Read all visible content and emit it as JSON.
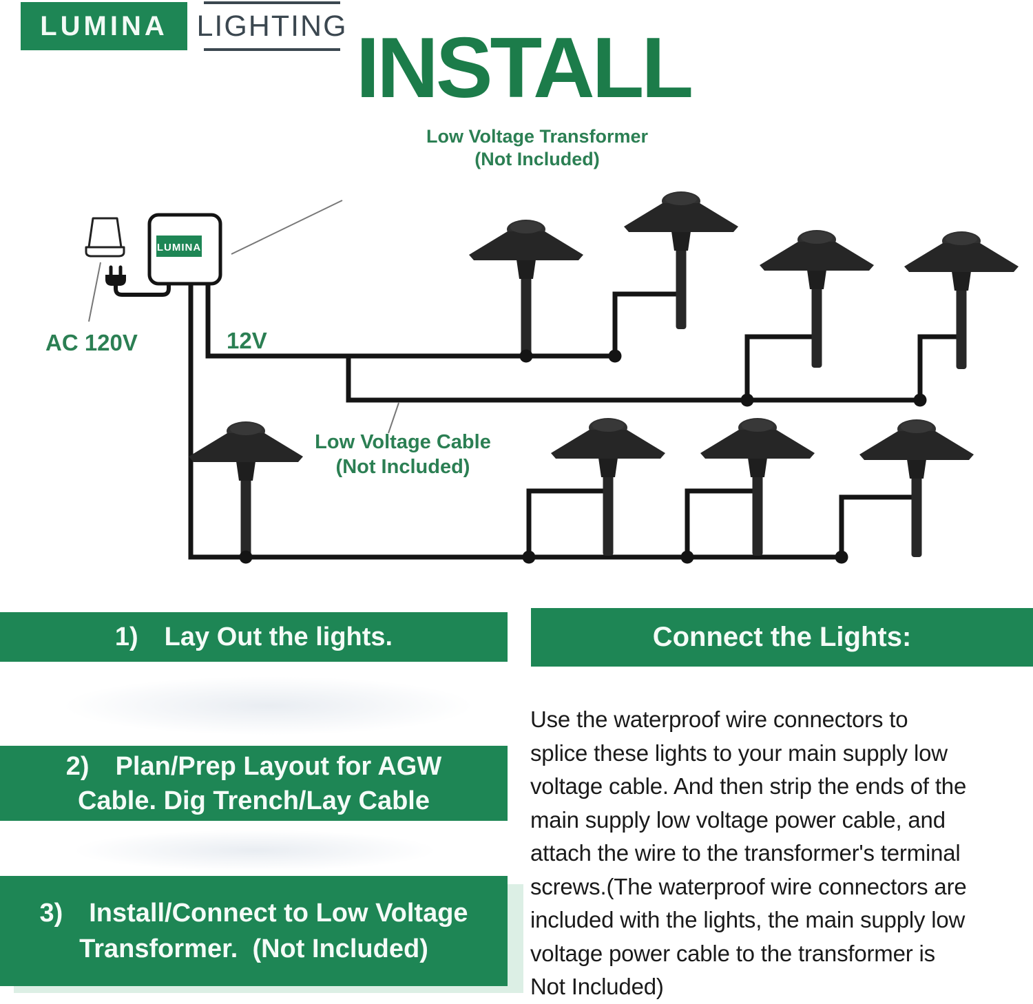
{
  "logo": {
    "primary": "LUMINA",
    "secondary": "LIGHTING"
  },
  "title": "INSTALL",
  "diagram": {
    "transformer_label": {
      "line1": "Low Voltage Transformer",
      "line2": "(Not Included)"
    },
    "cable_label": {
      "line1": "Low Voltage Cable",
      "line2": "(Not Included)"
    },
    "ac_label": "AC 120V",
    "dc_label": "12V",
    "transformer_box_label": "LUMINA",
    "lights_count": 8,
    "icon_names": [
      "outlet-icon",
      "plug-icon",
      "transformer-box",
      "path-light-icon"
    ],
    "colors": {
      "banner_green": "#1e8655",
      "title_green": "#1c7c4a",
      "label_green": "#2b7f53",
      "wire_black": "#141414",
      "logo_dark": "#3b4750"
    }
  },
  "steps": [
    {
      "number": "1)",
      "line1": "Lay Out the lights.",
      "line2": ""
    },
    {
      "number": "2)",
      "line1": "Plan/Prep Layout for AGW",
      "line2": "Cable. Dig Trench/Lay Cable"
    },
    {
      "number": "3)",
      "line1": "Install/Connect to Low Voltage",
      "line2": "Transformer.  (Not Included)"
    }
  ],
  "connect": {
    "heading": "Connect the Lights:",
    "body_lines": [
      "Use the waterproof wire connectors to",
      "splice these lights to your main supply low",
      "voltage cable. And then strip the ends of the",
      "main supply low voltage power cable, and",
      "attach the wire to the transformer's terminal",
      "screws.(The waterproof wire connectors are",
      "included with the lights, the main supply low",
      "voltage power cable to the transformer is",
      "Not Included)"
    ]
  }
}
